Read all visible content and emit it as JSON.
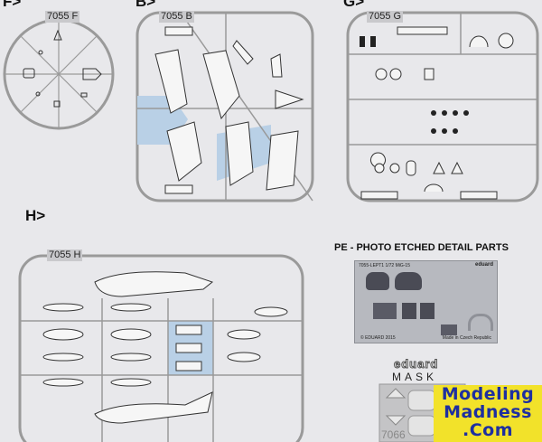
{
  "sections": {
    "f": {
      "label": "F>",
      "sprue": "7055 F"
    },
    "b": {
      "label": "B>",
      "sprue": "7055 B"
    },
    "g": {
      "label": "G>",
      "sprue": "7055 G"
    },
    "h": {
      "label": "H>",
      "sprue": "7055 H"
    }
  },
  "pe": {
    "title": "PE - PHOTO ETCHED DETAIL PARTS",
    "fret_code": "7055-LEPT1  1/72 MiG-15",
    "brand": "eduard",
    "copyright": "© EDUARD 2015",
    "made_in": "Made in Czech Republic"
  },
  "mask": {
    "brand": "eduard",
    "label": "MASK",
    "code": "7066"
  },
  "watermark": {
    "line1": "Modeling",
    "line2": "Madness",
    "line3": ".Com"
  },
  "colors": {
    "background": "#e8e8eb",
    "highlight": "#b9d0e6",
    "banner": "#f2e22a",
    "banner_text": "#1e2fa0"
  }
}
